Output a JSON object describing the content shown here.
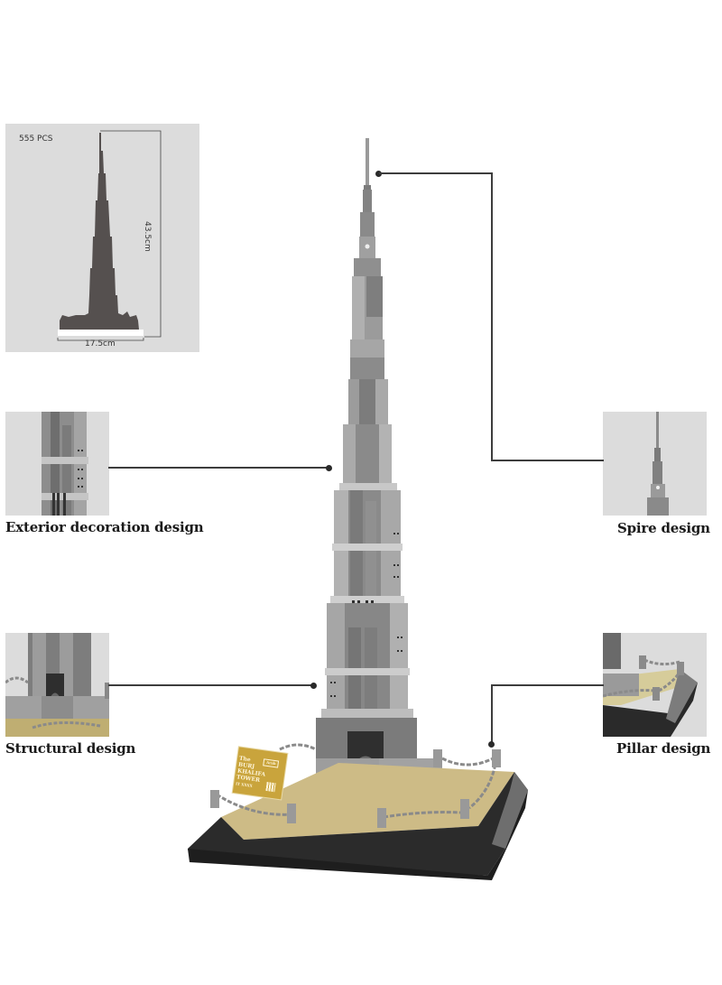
{
  "spec_panel": {
    "pieces_label": "555 PCS",
    "height_label": "43.5cm",
    "width_label": "17.5cm"
  },
  "features": [
    {
      "id": "exterior",
      "caption": "Exterior decoration design",
      "side": "left"
    },
    {
      "id": "spire",
      "caption": "Spire design",
      "side": "right"
    },
    {
      "id": "structural",
      "caption": "Structural design",
      "side": "left"
    },
    {
      "id": "pillar",
      "caption": "Pillar design",
      "side": "right"
    }
  ],
  "plaque": {
    "line1": "The",
    "line2": "BURJ",
    "line3": "KHALIFA",
    "line4": "TOWER",
    "footer": "IT XXXX",
    "badge": "Arab"
  },
  "colors": {
    "thumb_bg": "#dcdcdc",
    "silhouette": "#55504f",
    "tower_grey": "#8e8e8e",
    "base_black": "#2b2b2b",
    "plaque_gold": "#c9a43c",
    "floor_gold": "#cdbb86",
    "connector": "#3d3d3d"
  }
}
